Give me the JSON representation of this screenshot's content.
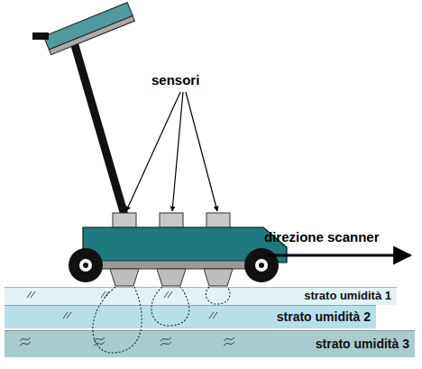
{
  "diagram": {
    "nodes": [
      {
        "text": [
          "strato umidità 1"
        ]
      },
      {
        "text": [
          "strato umidità 2"
        ]
      },
      {
        "text": [
          "strato umidità 3"
        ]
      }
    ],
    "labels": [
      "sensori",
      "direzione scanner"
    ]
  }
}
